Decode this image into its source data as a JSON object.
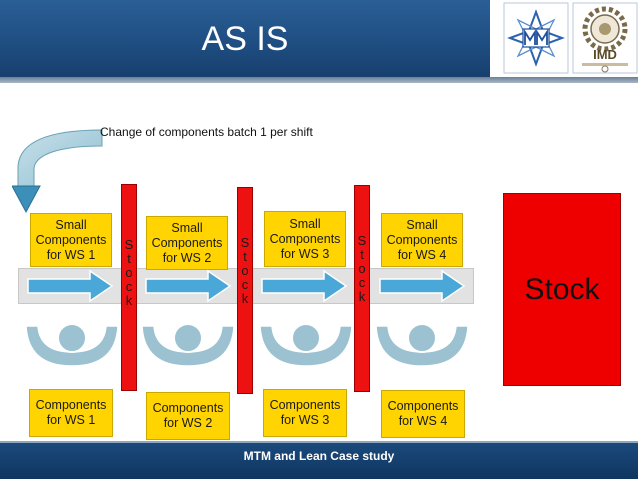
{
  "header": {
    "title": "AS IS"
  },
  "caption": "Change of components batch 1 per shift",
  "workstations": [
    {
      "top_label": "Small\nComponents\nfor  WS 1",
      "bottom_label": "Components\nfor  WS 1"
    },
    {
      "top_label": "Small\nComponents\nfor WS 2",
      "bottom_label": "Components\nfor WS 2"
    },
    {
      "top_label": "Small\nComponents\nfor WS 3",
      "bottom_label": "Components\nfor WS 3"
    },
    {
      "top_label": "Small\nComponents\nfor WS 4",
      "bottom_label": "Components\nfor WS 4"
    }
  ],
  "stock_buffer_label": "S\nt\no\nc\nk",
  "stock_block": "Stock",
  "footer": "MTM and Lean Case study",
  "colors": {
    "header": "#1f4e82",
    "component_box": "#ffd400",
    "stock": "#ee0000",
    "arrow": "#4aa8d8",
    "worker": "#9cc2d2"
  }
}
